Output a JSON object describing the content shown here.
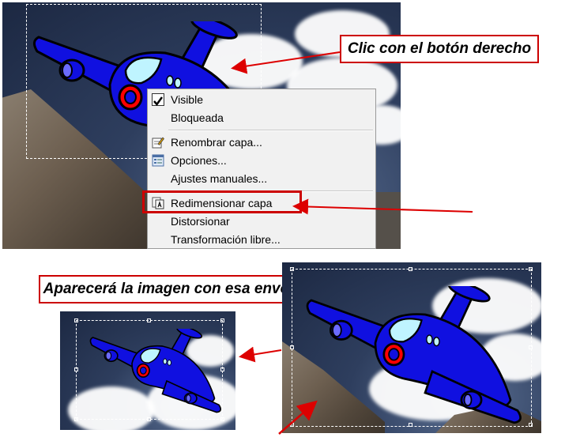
{
  "callouts": {
    "right_click": "Clic con el botón derecho",
    "result": "Aparecerá la imagen con esa envoltura"
  },
  "context_menu": {
    "items": [
      {
        "label": "Visible",
        "checked": true,
        "icon": "checkmark-icon"
      },
      {
        "label": "Bloqueada",
        "checked": false
      },
      {
        "label": "Renombrar capa...",
        "icon": "rename-icon"
      },
      {
        "label": "Opciones...",
        "icon": "options-icon"
      },
      {
        "label": "Ajustes manuales..."
      },
      {
        "label": "Redimensionar capa",
        "icon": "resize-layer-icon",
        "highlighted": true
      },
      {
        "label": "Distorsionar"
      },
      {
        "label": "Transformación libre..."
      }
    ]
  },
  "colors": {
    "callout_border": "#cc0000",
    "arrow": "#dd0000",
    "plane_body": "#1010e0",
    "plane_window": "#bff4ff",
    "plane_nose": "#ff0000"
  }
}
